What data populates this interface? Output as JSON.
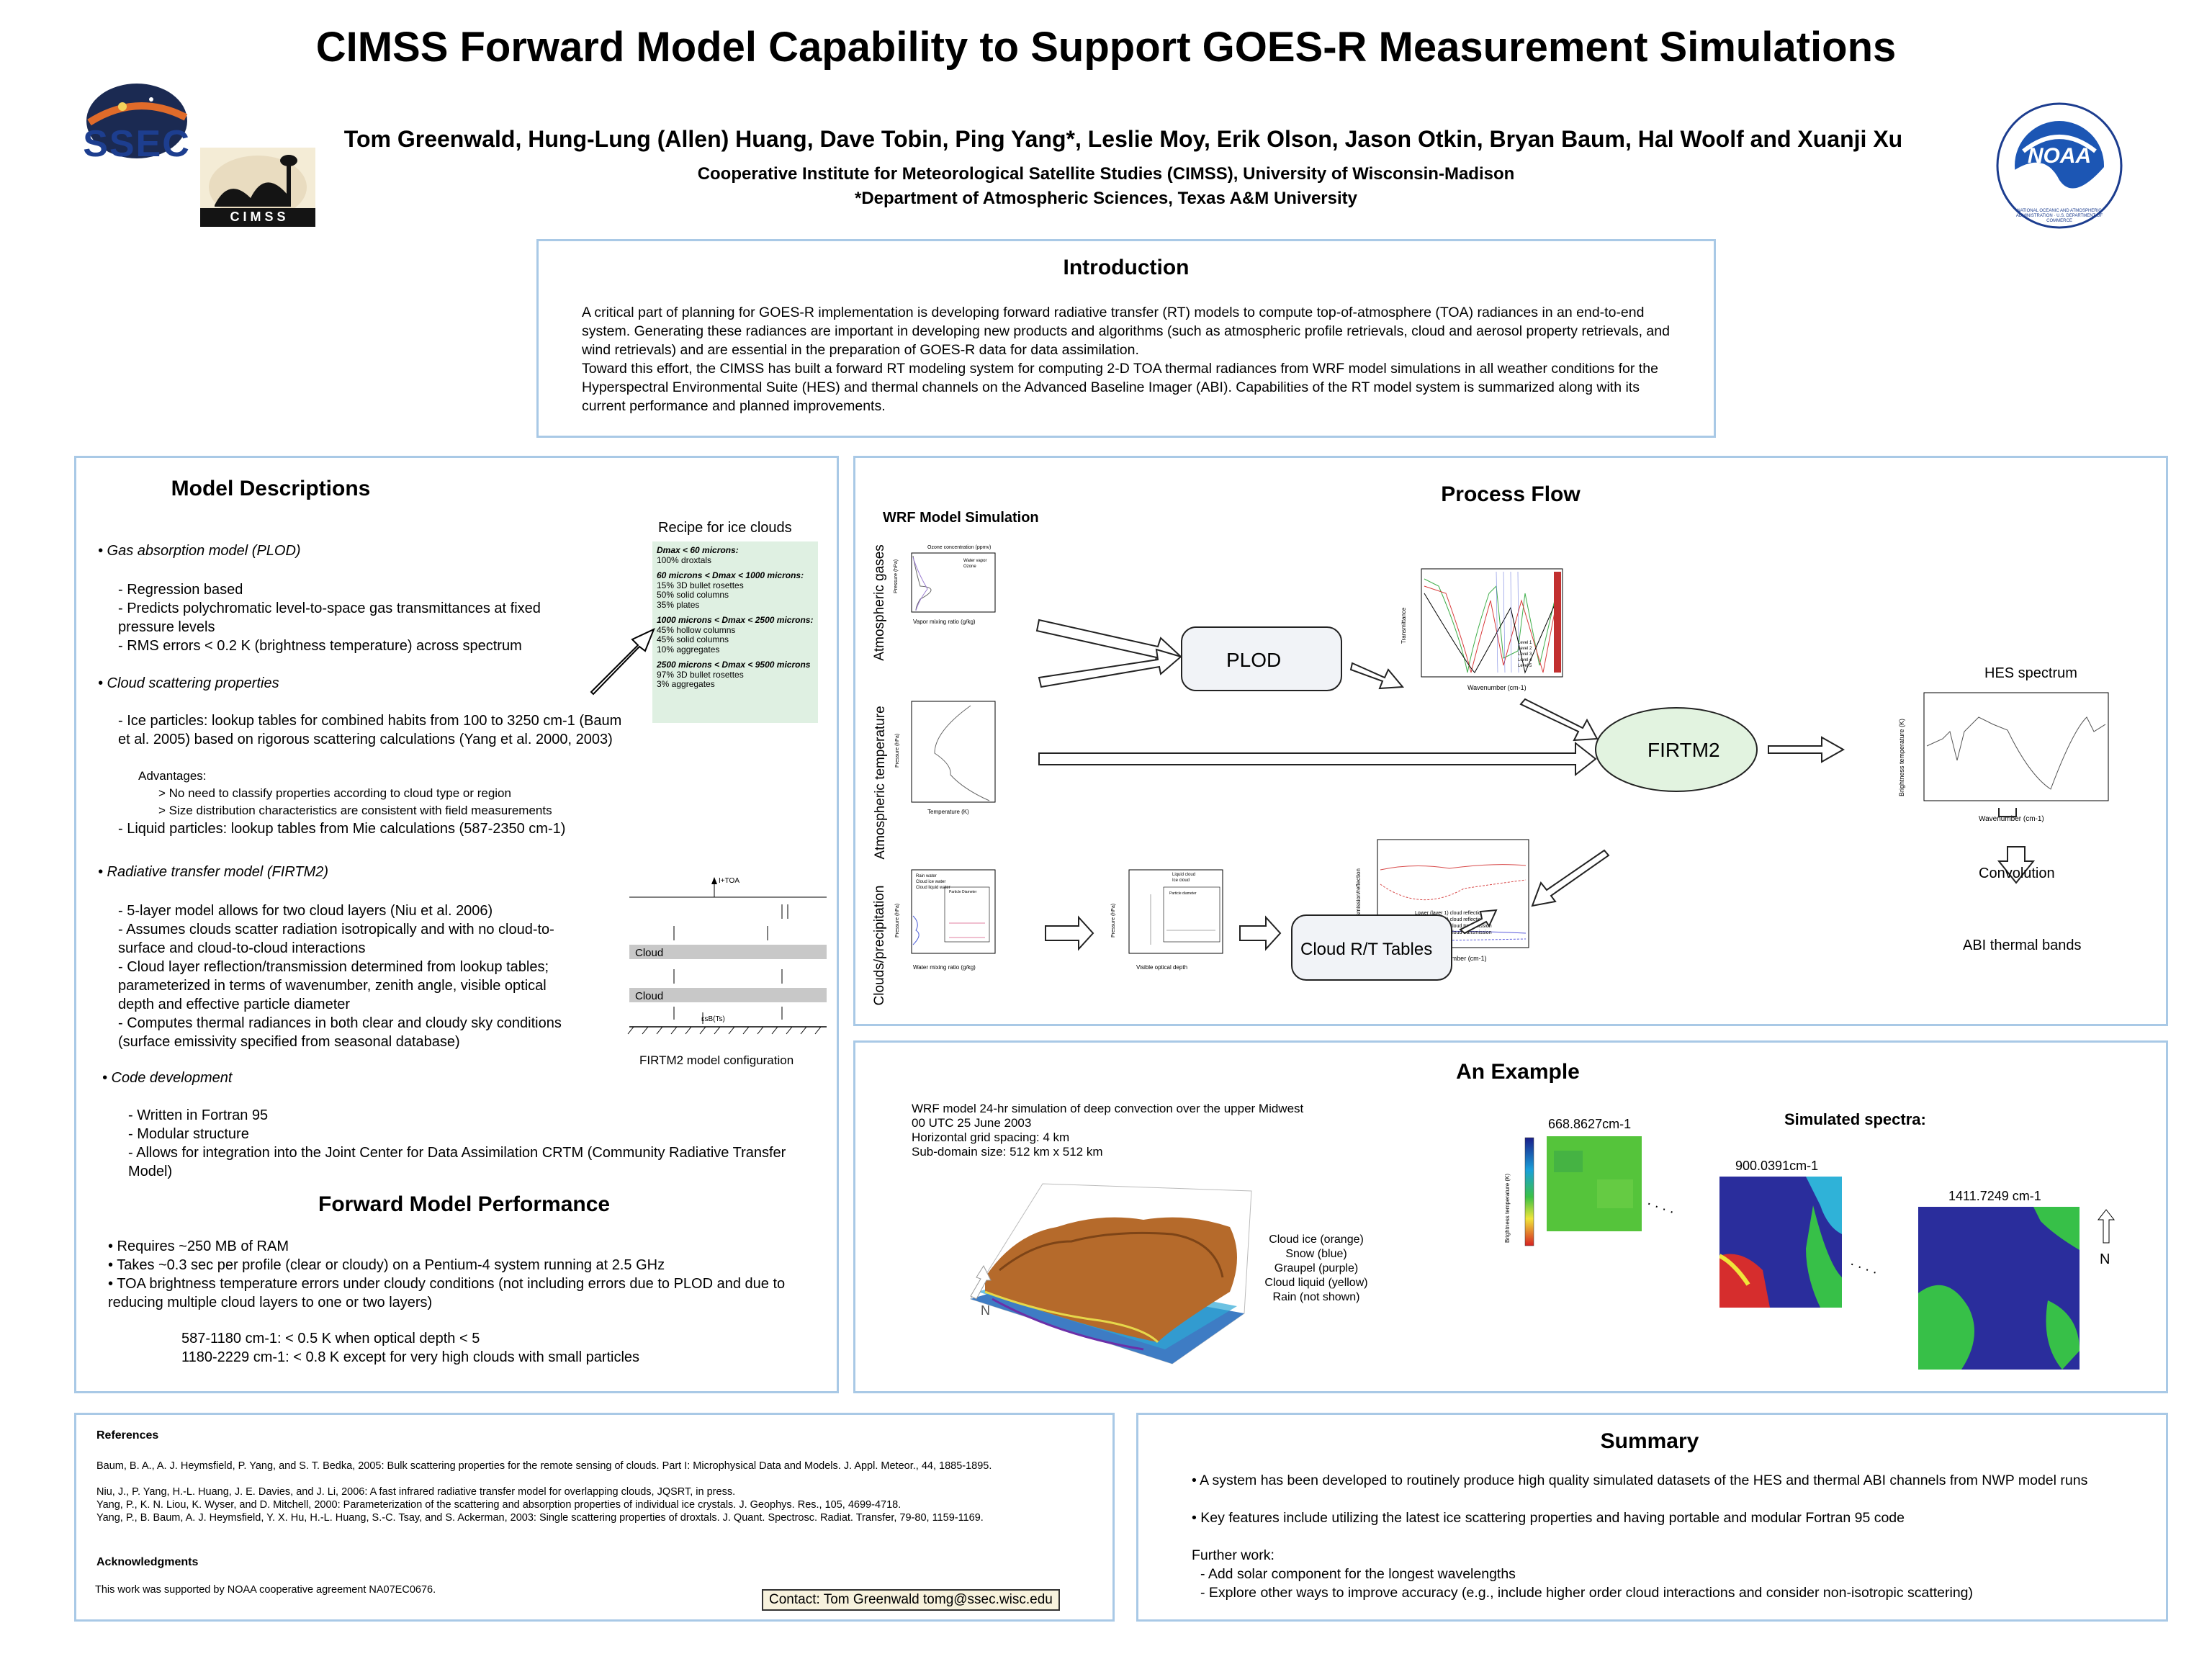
{
  "header": {
    "title": "CIMSS Forward Model Capability to Support GOES-R Measurement Simulations",
    "authors": "Tom Greenwald, Hung-Lung (Allen) Huang, Dave Tobin, Ping Yang*, Leslie Moy, Erik Olson, Jason Otkin, Bryan Baum, Hal Woolf and Xuanji Xu",
    "affil1": "Cooperative Institute for Meteorological Satellite Studies (CIMSS), University of Wisconsin-Madison",
    "affil2": "*Department of Atmospheric Sciences, Texas A&M University",
    "logo_ssec": "SSEC",
    "logo_cimss": "C I M S S",
    "logo_noaa": "NOAA",
    "noaa_ring": "NATIONAL OCEANIC AND ATMOSPHERIC ADMINISTRATION · U.S. DEPARTMENT OF COMMERCE"
  },
  "intro": {
    "title": "Introduction",
    "p1": "A critical part of planning for GOES-R implementation is developing forward radiative transfer (RT) models to compute top-of-atmosphere (TOA) radiances in an end-to-end system. Generating  these radiances are important in developing new products and algorithms (such as atmospheric profile retrievals, cloud and aerosol property retrievals, and wind retrievals) and are essential in the preparation of GOES-R data for data assimilation.",
    "p2": "Toward this effort, the CIMSS has built a forward RT modeling system for computing 2-D TOA thermal radiances from WRF model simulations in all weather conditions for the Hyperspectral Environmental Suite (HES) and thermal channels on the Advanced Baseline Imager (ABI). Capabilities of the RT model system is summarized along with its current performance and planned improvements."
  },
  "model": {
    "title": "Model Descriptions",
    "gas_head": "• Gas absorption model (PLOD)",
    "gas_items": [
      "- Regression based",
      "- Predicts polychromatic level-to-space gas transmittances at fixed pressure levels",
      "- RMS errors < 0.2 K (brightness temperature) across spectrum"
    ],
    "cloud_head": "• Cloud scattering properties",
    "cloud_ice": "- Ice particles: lookup tables for combined habits from 100 to 3250 cm-1 (Baum et al. 2005) based on rigorous scattering calculations (Yang et al. 2000, 2003)",
    "adv_head": "Advantages:",
    "adv1": "> No need to classify properties according to cloud type or region",
    "adv2": "> Size distribution characteristics are consistent with field measurements",
    "cloud_liq": "- Liquid particles: lookup tables from Mie calculations (587-2350 cm-1)",
    "rt_head": "• Radiative transfer model (FIRTM2)",
    "rt_items": [
      "- 5-layer model allows for two cloud layers (Niu et al. 2006)",
      "- Assumes clouds scatter radiation isotropically and with no cloud-to-surface and cloud-to-cloud interactions",
      "- Cloud layer reflection/transmission determined from lookup tables; parameterized in terms of wavenumber, zenith angle, visible optical depth and effective particle diameter",
      "- Computes thermal radiances in both clear and cloudy sky conditions (surface emissivity specified from seasonal database)"
    ],
    "code_head": "• Code development",
    "code_items": [
      "- Written in Fortran 95",
      "- Modular structure",
      "- Allows for integration into the Joint Center for Data Assimilation CRTM (Community Radiative Transfer Model)"
    ],
    "recipe_title": "Recipe for ice clouds",
    "recipe": [
      {
        "head": "Dmax < 60 microns:",
        "lines": [
          "100% droxtals"
        ]
      },
      {
        "head": "60 microns < Dmax < 1000 microns:",
        "lines": [
          "15% 3D bullet rosettes",
          "50% solid columns",
          "35% plates"
        ]
      },
      {
        "head": "1000 microns < Dmax < 2500 microns:",
        "lines": [
          "45% hollow columns",
          "45% solid columns",
          "10% aggregates"
        ]
      },
      {
        "head": "2500 microns < Dmax < 9500 microns",
        "lines": [
          "97% 3D bullet rosettes",
          "3% aggregates"
        ]
      }
    ],
    "firtm_caption": "FIRTM2 model configuration",
    "cloud_word": "Cloud",
    "toa_label": "I+TOA",
    "surface_label": "εsB(Ts)"
  },
  "perf": {
    "title": "Forward Model Performance",
    "items": [
      "•  Requires ~250 MB of RAM",
      "•  Takes ~0.3 sec per profile (clear or cloudy) on a Pentium-4 system running at 2.5 GHz",
      "•  TOA brightness temperature errors under cloudy conditions (not including errors due to PLOD and due to reducing multiple cloud layers to one or two layers)"
    ],
    "err1": "587-1180 cm-1: < 0.5 K when optical depth < 5",
    "err2": "1180-2229 cm-1: < 0.8 K except for very high clouds with small particles"
  },
  "process": {
    "title": "Process Flow",
    "wrf": "WRF Model Simulation",
    "row1": "Atmospheric gases",
    "row2": "Atmospheric temperature",
    "row3": "Clouds/precipitation",
    "plod": "PLOD",
    "firtm2": "FIRTM2",
    "tables": "Cloud R/T Tables",
    "hes": "HES spectrum",
    "convolution": "Convolution",
    "abi": "ABI thermal bands",
    "g1_title": "Ozone concentration (ppmv)",
    "g1_x": "Vapor mixing ratio (g/kg)",
    "g1_y": "Pressure (hPa)",
    "g1_leg": [
      "Water vapor",
      "Ozone"
    ],
    "g2_x": "Temperature (K)",
    "g2_y": "Pressure (hPa)",
    "g3_x": "Water mixing ratio (g/kg)",
    "g3_y": "Pressure (hPa)",
    "g3_leg": [
      "Rain water",
      "Cloud ice water",
      "Cloud liquid water"
    ],
    "g3_box": "Particle Diameter",
    "g4_x": "Visible optical depth",
    "g4_y": "Pressure (hPa)",
    "g4_leg": [
      "Liquid cloud",
      "Ice cloud"
    ],
    "g4_box": "Particle diameter",
    "g5_x": "Wavenumber (cm-1)",
    "g5_y": "Transmittance",
    "g5_leg": [
      "Level 1",
      "Level 2",
      "Level 3",
      "Level 4",
      "Level 5"
    ],
    "g6_x": "Wavenumber (cm-1)",
    "g6_y": "Transmission/reflection",
    "g6_leg": [
      "Lower (layer 1) cloud reflection",
      "Upper (layer 4) cloud reflection",
      "Lower (layer 1) cloud transmission",
      "Upper (layer 4) cloud transmission"
    ],
    "g7_x": "Wavenumber (cm-1)",
    "g7_y": "Brightness temperature (K)"
  },
  "example": {
    "title": "An Example",
    "desc": [
      "WRF model 24-hr simulation of deep convection over the upper Midwest",
      "00 UTC 25 June 2003",
      "Horizontal grid spacing: 4 km",
      "Sub-domain size: 512 km x 512 km"
    ],
    "legend": [
      "Cloud ice (orange)",
      "Snow (blue)",
      "Graupel (purple)",
      "Cloud liquid (yellow)",
      "Rain (not shown)"
    ],
    "north": "N",
    "spectra_title": "Simulated spectra:",
    "wn1": "668.8627cm-1",
    "wn2": "900.0391cm-1",
    "wn3": "1411.7249 cm-1",
    "cbar_label": "Brightness temperature (K)",
    "dots": ". . . ."
  },
  "refs": {
    "title": "References",
    "items": [
      "Baum, B. A., A. J. Heymsfield, P. Yang, and S. T. Bedka, 2005: Bulk scattering properties for the remote sensing of clouds. Part I: Microphysical Data and Models. J. Appl. Meteor., 44, 1885-1895.",
      "Niu, J., P. Yang, H.-L. Huang, J. E. Davies, and J. Li, 2006: A fast infrared radiative transfer model for overlapping clouds, JQSRT, in press.",
      "Yang, P., K. N. Liou, K. Wyser, and D. Mitchell, 2000: Parameterization of the scattering and absorption properties of individual ice crystals. J. Geophys. Res., 105, 4699-4718.",
      "Yang, P., B. Baum, A. J. Heymsfield, Y. X. Hu, H.-L. Huang, S.-C. Tsay, and S. Ackerman, 2003: Single scattering properties of droxtals. J. Quant. Spectrosc. Radiat. Transfer, 79-80, 1159-1169."
    ],
    "ack_title": "Acknowledgments",
    "ack": "This work was supported by NOAA cooperative agreement NA07EC0676.",
    "contact": "Contact: Tom Greenwald tomg@ssec.wisc.edu"
  },
  "summary": {
    "title": "Summary",
    "items": [
      "• A system has been developed to routinely produce high quality simulated datasets of the HES and thermal ABI channels from NWP model runs",
      "• Key features include utilizing the latest ice scattering properties and having portable and modular Fortran 95 code"
    ],
    "further": "Further work:",
    "further_items": [
      "- Add solar component for the longest wavelengths",
      "- Explore other ways to improve accuracy (e.g., include higher order cloud interactions and consider non-isotropic scattering)"
    ]
  },
  "colors": {
    "panel_border": "#a9c9e6",
    "recipe_bg": "#dff0e2",
    "box_fill": "#f1f3f7"
  }
}
